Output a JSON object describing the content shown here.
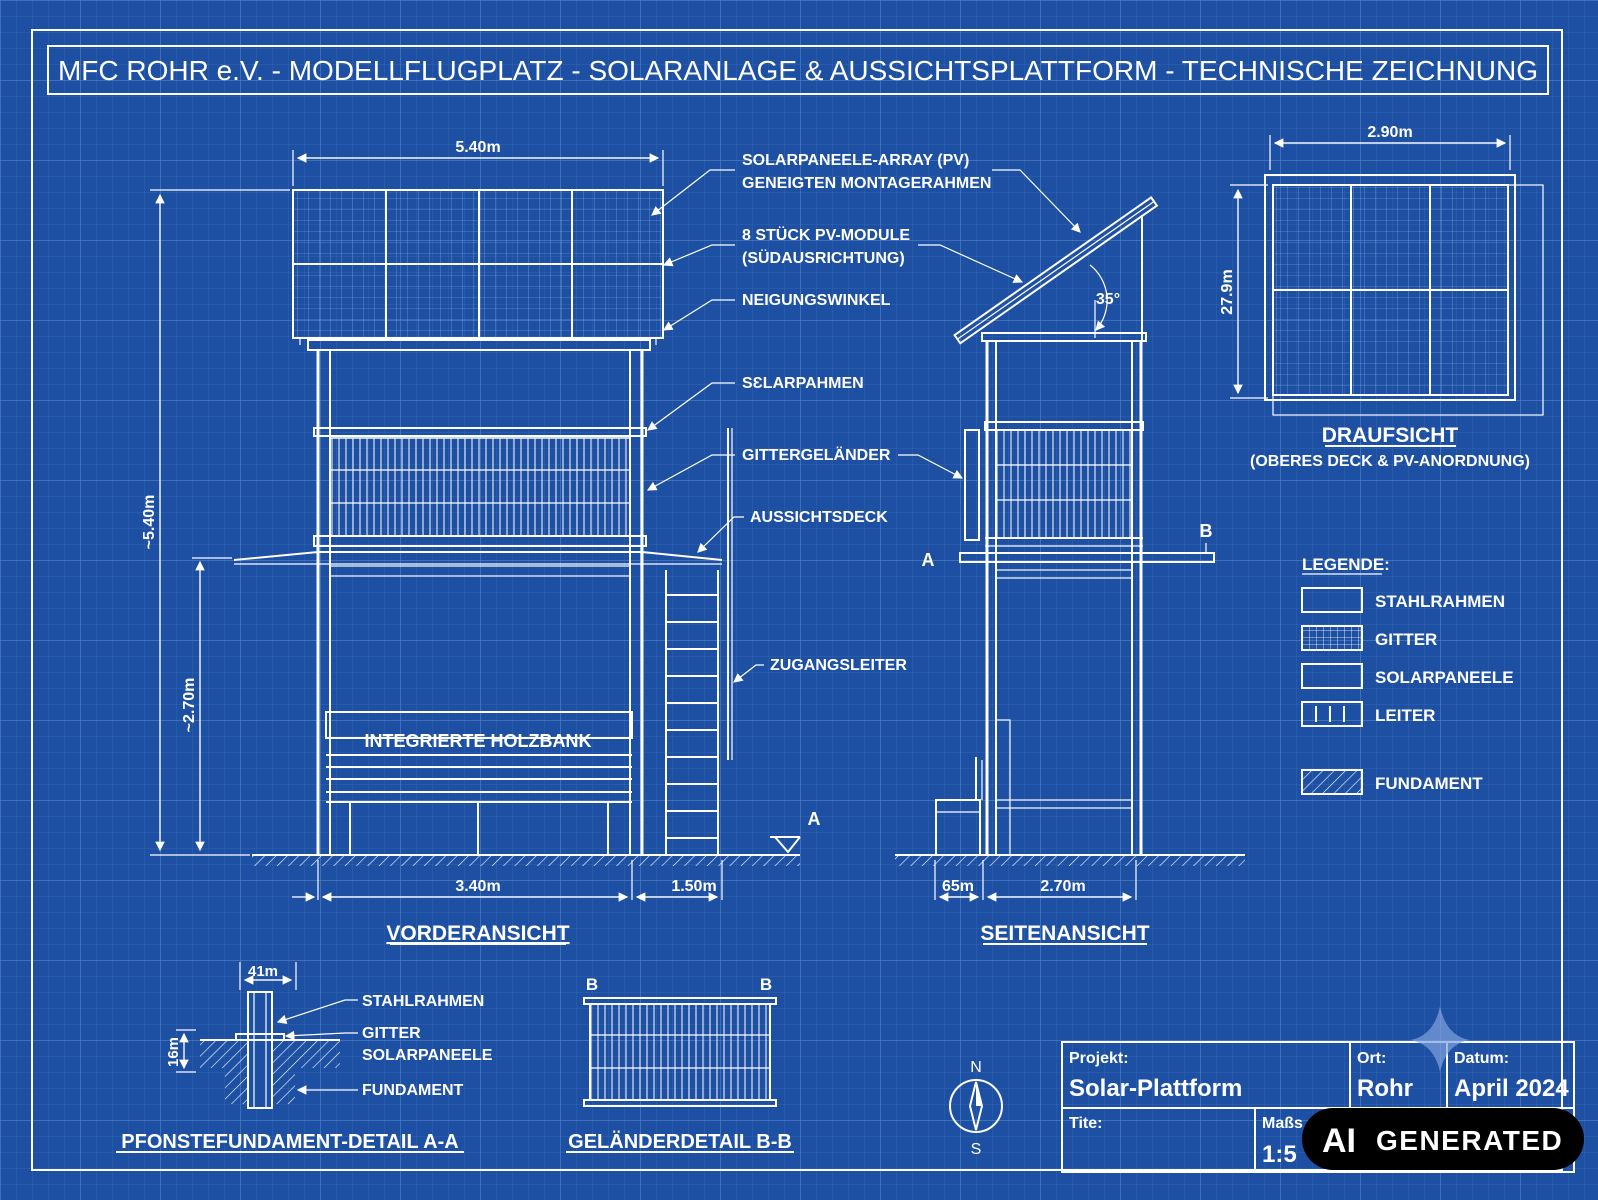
{
  "title": "MFC ROHR e.V. - MODELLFLUGPLATZ - SOLARANLAGE & AUSSICHTSPLATTFORM - TECHNISCHE ZEICHNUNG",
  "colors": {
    "background": "#1d4fa3",
    "grid_minor": "#3a6cbd",
    "grid_major": "#5584cc",
    "lines": "#ffffff"
  },
  "front_view": {
    "dim_width_top": "5.40m",
    "dim_height_total": "~5.40m",
    "dim_height_deck": "~2.70m",
    "dim_width_bottom": "3.40m",
    "dim_ladder": "1.50m",
    "bench_label": "INTEGRIERTE HOLZBANK",
    "section_marker": "A",
    "caption": "VORDERANSICHT"
  },
  "annotations": {
    "pv_array_line1": "SOLARPANEELE-ARRAY (PV)",
    "pv_array_line2": "GENEIGTEN MONTAGERAHMEN",
    "modules_line1": "8 STÜCK PV-MODULE",
    "modules_line2": "(SÜDAUSRICHTUNG)",
    "tilt": "NEIGUNGSWINKEL",
    "frame": "SƐLARPAHMEN",
    "railing": "GITTERGELÄNDER",
    "deck": "AUSSICHTSDECK",
    "ladder": "ZUGANGSLEITER"
  },
  "side_view": {
    "angle": "35°",
    "marker_a": "A",
    "marker_b": "B",
    "dim_left": "65m",
    "dim_right": "2.70m",
    "caption": "SEITENANSICHT"
  },
  "top_view": {
    "dim_width": "2.90m",
    "dim_height": "27.9m",
    "caption": "DRAUFSICHT",
    "subcaption": "(OBERES DECK & PV-ANORDNUNG)"
  },
  "legend": {
    "heading": "LEGENDE:",
    "items": [
      "STAHLRAHMEN",
      "GITTER",
      "SOLARPANEELE",
      "LEITER",
      "FUNDAMENT"
    ]
  },
  "foundation_detail": {
    "dim_width": "41m",
    "dim_height": "16m",
    "labels": [
      "STAHLRAHMEN",
      "GITTER",
      "SOLARPANEELE",
      "FUNDAMENT"
    ],
    "caption": "PFONSTEFUNDAMENT-DETAIL A-A"
  },
  "railing_detail": {
    "marker_left": "B",
    "marker_right": "B",
    "caption": "GELÄNDERDETAIL B-B"
  },
  "compass": {
    "north": "N",
    "south": "S"
  },
  "title_block": {
    "project_label": "Projekt:",
    "project_value": "Solar-Plattform",
    "location_label": "Ort:",
    "location_value": "Rohr",
    "date_label": "Datum:",
    "date_value": "April 2024",
    "title_label": "Tite:",
    "scale_label": "Maßs",
    "scale_value": "1:5"
  },
  "badge": {
    "ai": "AI",
    "generated": "GENERATED"
  }
}
